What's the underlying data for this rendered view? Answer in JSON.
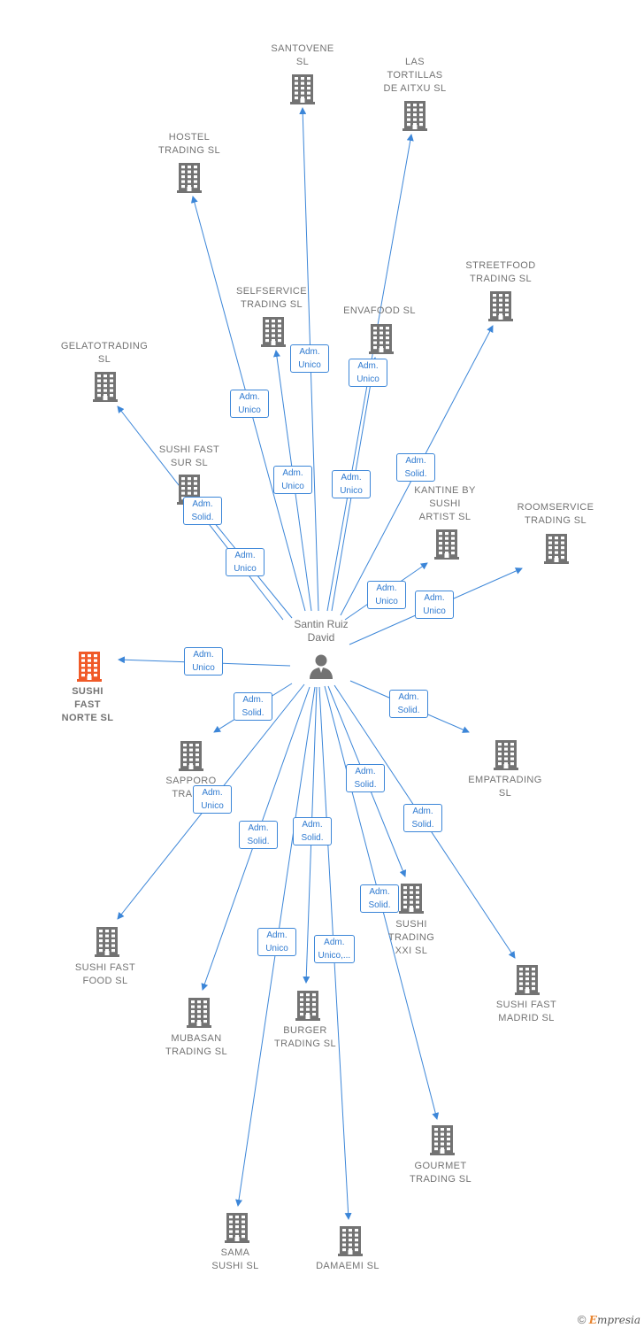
{
  "person": {
    "name": "Santin Ruiz\nDavid",
    "icon": "person-icon"
  },
  "companies": [
    {
      "id": "santovene",
      "name": "SANTOVENE\nSL",
      "icon": "building-icon"
    },
    {
      "id": "las-tortillas",
      "name": "LAS\nTORTILLAS\nDE AITXU  SL",
      "icon": "building-icon"
    },
    {
      "id": "hostel",
      "name": "HOSTEL\nTRADING  SL",
      "icon": "building-icon"
    },
    {
      "id": "streetfood",
      "name": "STREETFOOD\nTRADING  SL",
      "icon": "building-icon"
    },
    {
      "id": "selfservice",
      "name": "SELFSERVICE\nTRADING  SL",
      "icon": "building-icon"
    },
    {
      "id": "envafood",
      "name": "ENVAFOOD  SL",
      "icon": "building-icon"
    },
    {
      "id": "gelatotrading",
      "name": "GELATOTRADING\nSL",
      "icon": "building-icon"
    },
    {
      "id": "sushi-fast-sur",
      "name": "SUSHI FAST\nSUR  SL",
      "icon": "building-icon"
    },
    {
      "id": "kantine",
      "name": "KANTINE BY\nSUSHI\nARTIST  SL",
      "icon": "building-icon"
    },
    {
      "id": "roomservice",
      "name": "ROOMSERVICE\nTRADING  SL",
      "icon": "building-icon"
    },
    {
      "id": "sushi-fast-norte",
      "name": "SUSHI\nFAST\nNORTE  SL",
      "icon": "building-icon",
      "highlight": true
    },
    {
      "id": "sapporo",
      "name": "SAPPORO\nTRADIN",
      "icon": "building-icon"
    },
    {
      "id": "empatrading",
      "name": "EMPATRADING\nSL",
      "icon": "building-icon"
    },
    {
      "id": "sushi-fast-food",
      "name": "SUSHI FAST\nFOOD  SL",
      "icon": "building-icon"
    },
    {
      "id": "sushi-trading-xxi",
      "name": "SUSHI\nTRADING\nXXI  SL",
      "icon": "building-icon"
    },
    {
      "id": "sushi-fast-madrid",
      "name": "SUSHI FAST\nMADRID  SL",
      "icon": "building-icon"
    },
    {
      "id": "mubasan",
      "name": "MUBASAN\nTRADING  SL",
      "icon": "building-icon"
    },
    {
      "id": "burger",
      "name": "BURGER\nTRADING  SL",
      "icon": "building-icon"
    },
    {
      "id": "gourmet",
      "name": "GOURMET\nTRADING  SL",
      "icon": "building-icon"
    },
    {
      "id": "sama",
      "name": "SAMA\nSUSHI  SL",
      "icon": "building-icon"
    },
    {
      "id": "damaemi",
      "name": "DAMAEMI  SL",
      "icon": "building-icon"
    }
  ],
  "relations": [
    {
      "target": "santovene",
      "role": "Adm.\nUnico"
    },
    {
      "target": "las-tortillas",
      "role": "Adm.\nUnico"
    },
    {
      "target": "hostel",
      "role": "Adm.\nUnico"
    },
    {
      "target": "selfservice",
      "role": "Adm.\nUnico"
    },
    {
      "target": "envafood",
      "role": "Adm.\nUnico"
    },
    {
      "target": "streetfood",
      "role": "Adm.\nSolid."
    },
    {
      "target": "gelatotrading",
      "role": "Adm.\nSolid."
    },
    {
      "target": "sushi-fast-sur",
      "role": "Adm.\nUnico"
    },
    {
      "target": "kantine",
      "role": "Adm.\nUnico"
    },
    {
      "target": "roomservice",
      "role": "Adm.\nUnico"
    },
    {
      "target": "sushi-fast-norte",
      "role": "Adm.\nUnico"
    },
    {
      "target": "sapporo",
      "role": "Adm.\nSolid."
    },
    {
      "target": "empatrading",
      "role": "Adm.\nSolid."
    },
    {
      "target": "sushi-fast-food",
      "role": "Adm.\nUnico"
    },
    {
      "target": "sushi-trading-xxi",
      "role": "Adm.\nSolid."
    },
    {
      "target": "sushi-fast-madrid",
      "role": "Adm.\nSolid."
    },
    {
      "target": "mubasan",
      "role": "Adm.\nSolid."
    },
    {
      "target": "burger",
      "role": "Adm.\nSolid."
    },
    {
      "target": "gourmet",
      "role": "Adm.\nSolid."
    },
    {
      "target": "sama",
      "role": "Adm.\nUnico"
    },
    {
      "target": "damaemi",
      "role": "Adm.\nUnico,..."
    }
  ],
  "colors": {
    "edge": "#3c86d8",
    "icon": "#737373",
    "highlight": "#f05a28"
  },
  "footer": {
    "copyright": "©",
    "brand_initial": "E",
    "brand_rest": "mpresia"
  }
}
